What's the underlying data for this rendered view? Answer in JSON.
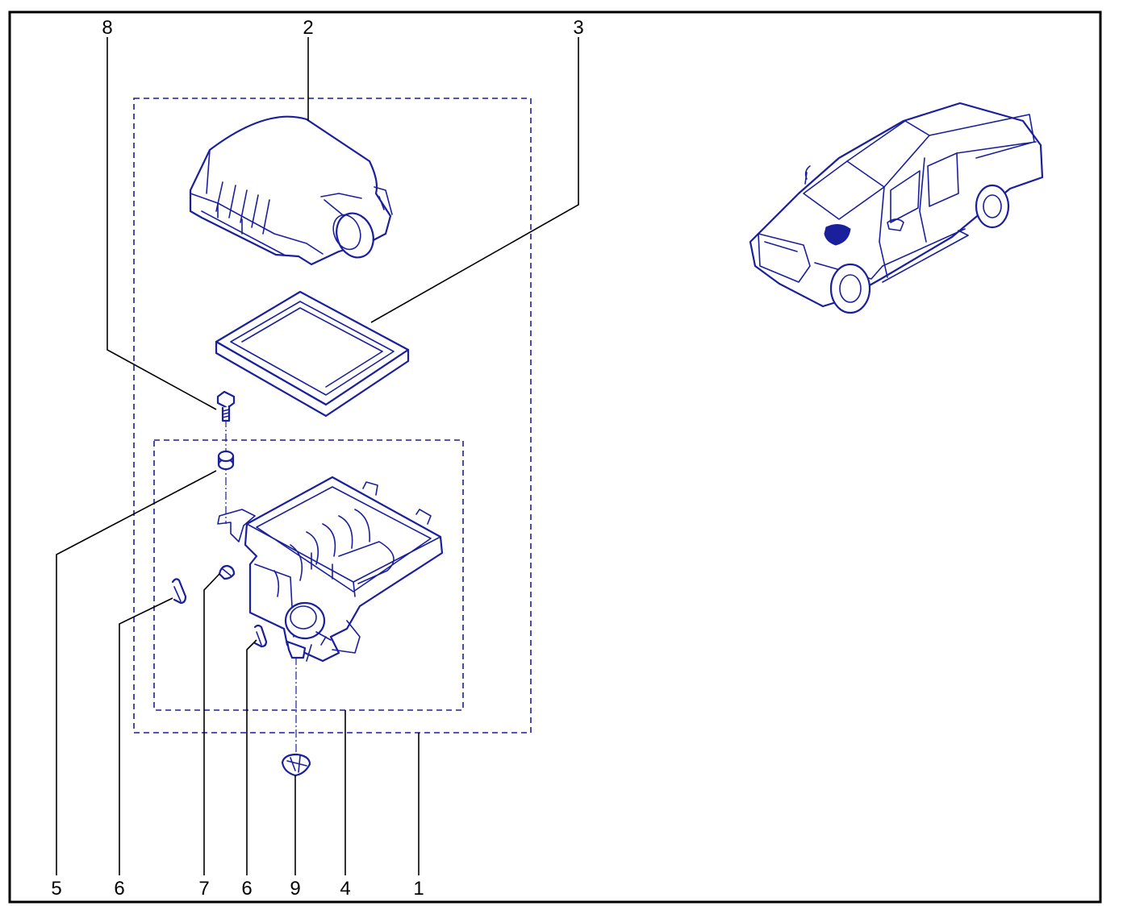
{
  "colors": {
    "line_art": "#1a1f9c",
    "leaders": "#000000",
    "frame": "#000000",
    "background": "#ffffff"
  },
  "callouts": {
    "c1": "1",
    "c2": "2",
    "c3": "3",
    "c4": "4",
    "c5": "5",
    "c6a": "6",
    "c6b": "6",
    "c7": "7",
    "c8": "8",
    "c9": "9"
  }
}
